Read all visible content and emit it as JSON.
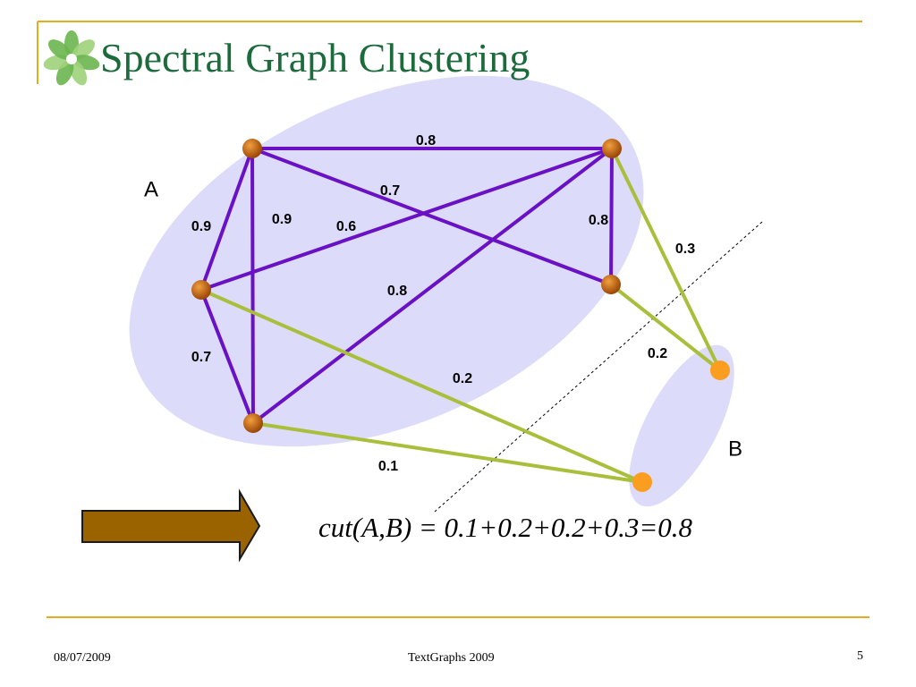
{
  "title": "Spectral Graph Clustering",
  "colors": {
    "title": "#1d6b3c",
    "accent_line": "#e6ac1e",
    "cluster_fill": "#dcdcfa",
    "intra_edge": "#6a11c6",
    "cut_edge": "#a9bf3c",
    "node_a": "#c8620c",
    "node_b": "#fb9e1f",
    "arrow_fill": "#9a6300"
  },
  "icons": {
    "logo": "flower-logo-icon",
    "arrow": "right-arrow-icon"
  },
  "graph": {
    "cluster_labels": {
      "a": "A",
      "b": "B"
    },
    "nodes": [
      {
        "id": "a1",
        "cluster": "A"
      },
      {
        "id": "a2",
        "cluster": "A"
      },
      {
        "id": "a3",
        "cluster": "A"
      },
      {
        "id": "a4",
        "cluster": "A"
      },
      {
        "id": "a5",
        "cluster": "A"
      },
      {
        "id": "b1",
        "cluster": "B"
      },
      {
        "id": "b2",
        "cluster": "B"
      }
    ],
    "edges": [
      {
        "from": "a1",
        "to": "a2",
        "weight": "0.8",
        "kind": "intra"
      },
      {
        "from": "a1",
        "to": "a5",
        "weight": "0.7",
        "kind": "intra"
      },
      {
        "from": "a1",
        "to": "a3",
        "weight": "0.9",
        "kind": "intra"
      },
      {
        "from": "a1",
        "to": "a4",
        "weight": "0.9",
        "kind": "intra"
      },
      {
        "from": "a3",
        "to": "a2",
        "weight": "0.6",
        "kind": "intra"
      },
      {
        "from": "a2",
        "to": "a5",
        "weight": "0.8",
        "kind": "intra"
      },
      {
        "from": "a2",
        "to": "a4",
        "weight": "0.8",
        "kind": "intra"
      },
      {
        "from": "a3",
        "to": "a4",
        "weight": "0.7",
        "kind": "intra"
      },
      {
        "from": "a2",
        "to": "b1",
        "weight": "0.3",
        "kind": "cut"
      },
      {
        "from": "a5",
        "to": "b1",
        "weight": "0.2",
        "kind": "cut"
      },
      {
        "from": "a3",
        "to": "b2",
        "weight": "0.2",
        "kind": "cut"
      },
      {
        "from": "a4",
        "to": "b2",
        "weight": "0.1",
        "kind": "cut"
      }
    ]
  },
  "formula": "cut(A,B) = 0.1+0.2+0.2+0.3=0.8",
  "footer": {
    "date": "08/07/2009",
    "center": "TextGraphs 2009",
    "page": "5"
  }
}
